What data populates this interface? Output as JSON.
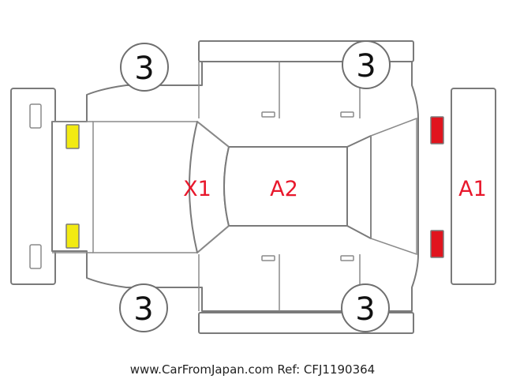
{
  "wheels": {
    "front_left": "3",
    "front_right": "3",
    "rear_left": "3",
    "rear_right": "3"
  },
  "damage_codes": {
    "front_bumper": "X1",
    "roof": "A2",
    "rear_bumper": "A1"
  },
  "colors": {
    "code_red": "#e8182c",
    "lamp_yellow": "#f2ea12",
    "lamp_red": "#e0141e",
    "outline_gray": "#7a7a7a"
  },
  "footer": {
    "text": "www.CarFromJapan.com Ref: CFJ1190364"
  }
}
